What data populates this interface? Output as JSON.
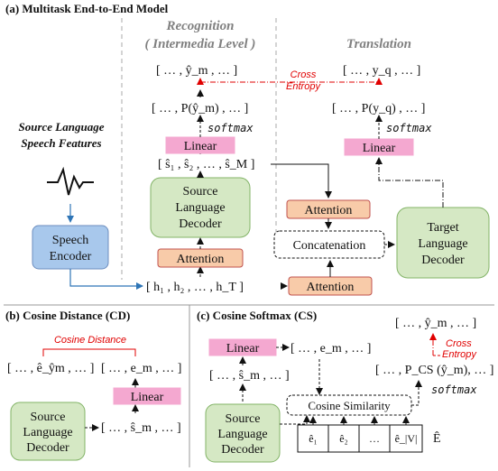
{
  "colors": {
    "green_fill": "#d5e8c4",
    "green_stroke": "#82b366",
    "orange_fill": "#f8cba9",
    "orange_stroke": "#c0504d",
    "blue_fill": "#a8c8ec",
    "blue_stroke": "#6c8ebf",
    "pink_fill": "#f4a8d0",
    "red": "#e00000",
    "header_gray": "#808080"
  },
  "panel_a": {
    "title": "(a) Multitask End-to-End Model",
    "header_recognition_1": "Recognition",
    "header_recognition_2": "( Intermedia Level )",
    "header_translation": "Translation",
    "source_features_1": "Source Language",
    "source_features_2": "Speech Features",
    "waveform_icon": "waveform-icon",
    "speech_encoder_1": "Speech",
    "speech_encoder_2": "Encoder",
    "h_seq": "[ h₁ , h₂ , … , h_T ]",
    "attention": "Attention",
    "source_decoder_1": "Source",
    "source_decoder_2": "Language",
    "source_decoder_3": "Decoder",
    "s_hat_seq": "[ ŝ₁ , ŝ₂ , … , ŝ_M ]",
    "linear": "Linear",
    "softmax": "softmax",
    "p_ym_hat": "[ … , P(ŷ_m) , … ]",
    "ym_hat_seq": "[ … , ŷ_m , … ]",
    "cross_entropy_1": "Cross",
    "cross_entropy_2": "Entropy",
    "concatenation": "Concatenation",
    "target_decoder_1": "Target",
    "target_decoder_2": "Language",
    "target_decoder_3": "Decoder",
    "p_yq": "[ … , P(y_q) , … ]",
    "yq_seq": "[ … , y_q , … ]"
  },
  "panel_b": {
    "title": "(b) Cosine Distance (CD)",
    "cosine_distance": "Cosine  Distance",
    "e_hat_y": "[ … , ê_ŷm , … ]",
    "e_m": "[ … , e_m , … ]",
    "linear": "Linear",
    "s_hat_m": "[ … , ŝ_m , … ]",
    "decoder_1": "Source",
    "decoder_2": "Language",
    "decoder_3": "Decoder"
  },
  "panel_c": {
    "title": "(c) Cosine Softmax (CS)",
    "linear": "Linear",
    "e_m": "[ … , e_m , … ]",
    "s_hat_m": "[ … , ŝ_m , … ]",
    "cosine_similarity": "Cosine Similarity",
    "decoder_1": "Source",
    "decoder_2": "Language",
    "decoder_3": "Decoder",
    "ym_hat_seq": "[ … , ŷ_m , … ]",
    "cross_entropy_1": "Cross",
    "cross_entropy_2": "Entropy",
    "p_cs": "[ … , P_CS (ŷ_m), … ]",
    "softmax": "softmax",
    "embed_cells": [
      "ê₁",
      "ê₂",
      "…",
      "ê_|V|"
    ],
    "embed_label": "Ê"
  }
}
